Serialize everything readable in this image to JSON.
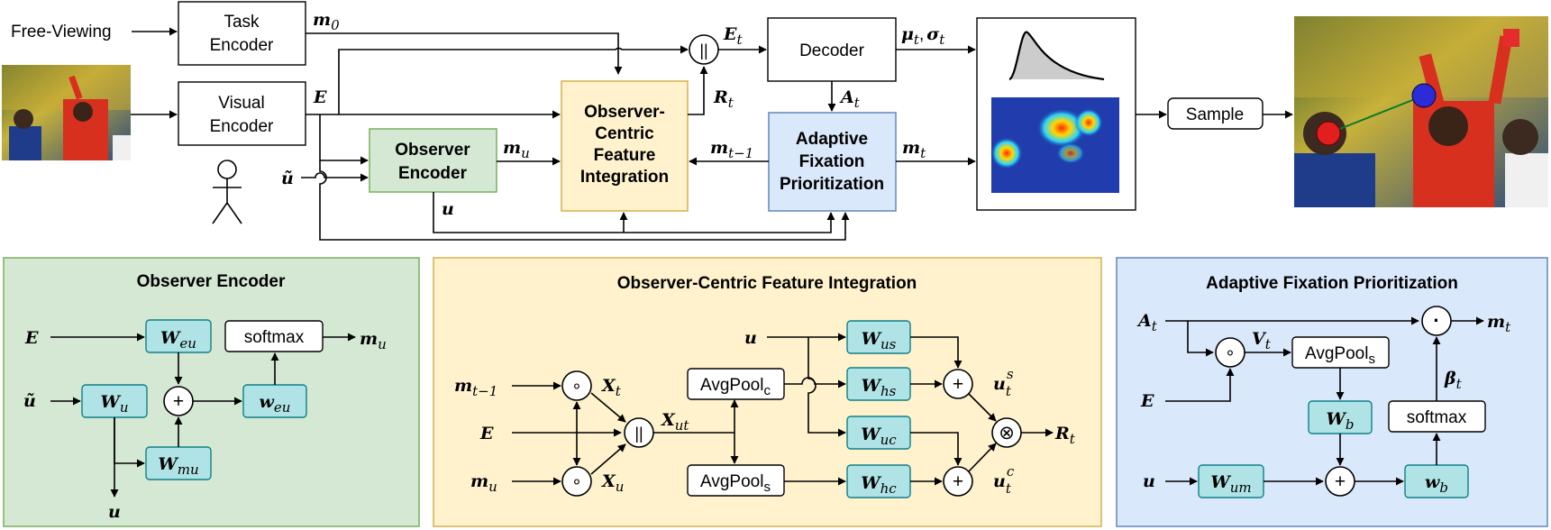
{
  "top": {
    "free_viewing": "Free-Viewing",
    "task_encoder": [
      "Task",
      "Encoder"
    ],
    "visual_encoder": [
      "Visual",
      "Encoder"
    ],
    "observer_encoder": [
      "Observer",
      "Encoder"
    ],
    "ocfi": [
      "Observer-",
      "Centric",
      "Feature",
      "Integration"
    ],
    "afp": [
      "Adaptive",
      "Fixation",
      "Prioritization"
    ],
    "decoder": "Decoder",
    "sample": "Sample",
    "sym": {
      "m0": "m",
      "m0_sub": "0",
      "E": "E",
      "Et": "E",
      "Et_sub": "t",
      "Rt": "R",
      "Rt_sub": "t",
      "At": "A",
      "At_sub": "t",
      "mu_sigma": "μ",
      "mu_sub": "t",
      "comma": ",",
      "sigma": "σ",
      "sigma_sub": "t",
      "mu": "m",
      "mu_sub2": "u",
      "mt1": "m",
      "mt1_sub": "t−1",
      "mt": "m",
      "mt_sub": "t",
      "u": "u",
      "utilde": "ũ",
      "concat": "||"
    }
  },
  "panels": {
    "observer_encoder": {
      "title": "Observer Encoder",
      "E": "E",
      "utilde": "ũ",
      "u": "u",
      "Weu": "W",
      "Weu_sub": "eu",
      "Wu": "W",
      "Wu_sub": "u",
      "Wmu": "W",
      "Wmu_sub": "mu",
      "weu": "w",
      "weu_sub": "eu",
      "softmax": "softmax",
      "plus": "+",
      "mu": "m",
      "mu_sub": "u"
    },
    "ocfi": {
      "title": "Observer-Centric Feature Integration",
      "mt1": "m",
      "mt1_sub": "t−1",
      "E": "E",
      "mu": "m",
      "mu_sub": "u",
      "Xt": "X",
      "Xt_sub": "t",
      "Xu": "X",
      "Xu_sub": "u",
      "Xut": "X",
      "Xut_sub": "ut",
      "concat": "||",
      "avgpool_c": "AvgPool",
      "avgpool_c_sub": "c",
      "avgpool_s": "AvgPool",
      "avgpool_s_sub": "s",
      "u": "u",
      "Wus": "W",
      "Wus_sub": "us",
      "Whs": "W",
      "Whs_sub": "hs",
      "Wuc": "W",
      "Wuc_sub": "uc",
      "Whc": "W",
      "Whc_sub": "hc",
      "uts": "u",
      "uts_sub": "t",
      "uts_sup": "s",
      "utc": "u",
      "utc_sub": "t",
      "utc_sup": "c",
      "plus": "+",
      "otimes": "⊗",
      "circ": "∘",
      "Rt": "R",
      "Rt_sub": "t"
    },
    "afp": {
      "title": "Adaptive Fixation Prioritization",
      "At": "A",
      "At_sub": "t",
      "E": "E",
      "u": "u",
      "Vt": "V",
      "Vt_sub": "t",
      "avgpool_s": "AvgPool",
      "avgpool_s_sub": "s",
      "Wb": "W",
      "Wb_sub": "b",
      "Wum": "W",
      "Wum_sub": "um",
      "wb": "w",
      "wb_sub": "b",
      "softmax": "softmax",
      "beta": "β",
      "beta_sub": "t",
      "plus": "+",
      "circ": "∘",
      "dot": "·",
      "mt": "m",
      "mt_sub": "t"
    }
  },
  "colors": {
    "green_fill": "#d5e8d4",
    "green_stroke": "#82b366",
    "yellow_fill": "#fff2cc",
    "yellow_stroke": "#d6b656",
    "blue_fill": "#dae8fc",
    "blue_stroke": "#6c8ebf",
    "teal_fill": "#b0e3e6",
    "teal_stroke": "#0e8088"
  }
}
